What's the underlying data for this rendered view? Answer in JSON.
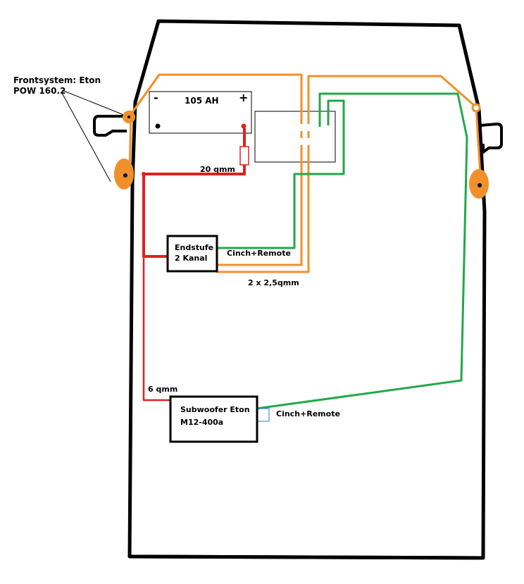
{
  "labels": {
    "frontsystem_line1": "Frontsystem: Eton",
    "frontsystem_line2": "POW 160.2",
    "battery": "105 AH",
    "battery_minus": "-",
    "battery_plus": "+",
    "cable_20": "20 qmm",
    "amp_line1": "Endstufe",
    "amp_line2": "2 Kanal",
    "cinch_remote_amp": "Cinch+Remote",
    "speaker_cable": "2 x 2,5qmm",
    "cable_6": "6 qmm",
    "sub_line1": "Subwoofer Eton",
    "sub_line2": "M12-400a",
    "cinch_remote_sub": "Cinch+Remote"
  },
  "colors": {
    "car_outline": "#000000",
    "power_cable": "#e02020",
    "speaker_cable": "#f0902a",
    "signal_cable": "#22a84a",
    "sub_remote": "#2a7ad0",
    "speaker": "#f0902a"
  }
}
